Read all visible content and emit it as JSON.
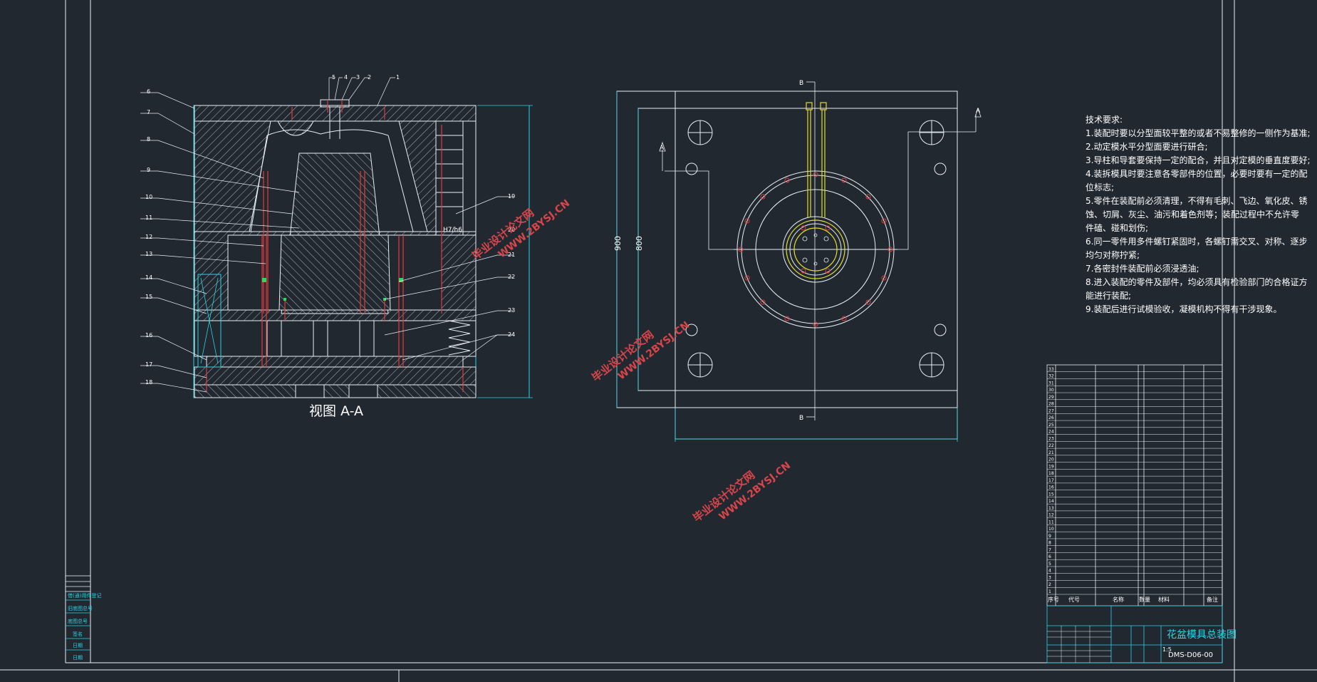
{
  "colors": {
    "background": "#212830",
    "line_white": "#e8eef4",
    "line_cyan": "#27d5e6",
    "line_red": "#e23b3b",
    "line_yellow": "#e6dc2c",
    "line_green": "#33d65a",
    "watermark": "#d8454a"
  },
  "section_view": {
    "title": "视图 A-A",
    "fit_label": "H7/h6",
    "callouts_left": [
      "6",
      "7",
      "8",
      "9",
      "10",
      "11",
      "12",
      "13",
      "14",
      "15",
      "16",
      "17",
      "18"
    ],
    "callouts_top": [
      "5",
      "4",
      "3",
      "2",
      "1"
    ],
    "callouts_right": [
      "19",
      "20",
      "21",
      "22",
      "23",
      "24"
    ]
  },
  "plan_view": {
    "dim_900": "900",
    "dim_800": "800",
    "section_a": "A",
    "section_b": "B"
  },
  "watermark": {
    "line1": "毕业设计论文网",
    "line2": "WWW.2BYSJ.CN"
  },
  "tech_requirements": {
    "heading": "技术要求:",
    "lines": [
      "1.装配时要以分型面较平整的或者不易整修的一侧作为基准;",
      "2.动定模水平分型面要进行研合;",
      "3.导柱和导套要保持一定的配合，并且对定模的垂直度要好;",
      "4.装拆模具时要注意各零部件的位置，必要时要有一定的配",
      "位标志;",
      "5.零件在装配前必须清理，不得有毛刺、飞边、氧化皮、锈",
      "蚀、切屑、灰尘、油污和着色剂等；装配过程中不允许零",
      "件磕、碰和划伤;",
      "6.同一零件用多件螺钉紧固时，各螺钉需交叉、对称、逐步",
      "均匀对称拧紧;",
      "7.各密封件装配前必须浸透油;",
      "8.进入装配的零件及部件，均必须具有检验部门的合格证方",
      "能进行装配;",
      "9.装配后进行试模验收，凝模机构不得有干涉现象。"
    ]
  },
  "bom": {
    "header_cols": [
      "序号",
      "代号",
      "名称",
      "数量",
      "材料",
      "备注"
    ],
    "rows": [
      "33",
      "32",
      "31",
      "30",
      "29",
      "28",
      "27",
      "26",
      "25",
      "24",
      "23",
      "22",
      "21",
      "20",
      "19",
      "18",
      "17",
      "16",
      "15",
      "14",
      "13",
      "12",
      "11",
      "10",
      "9",
      "8",
      "7",
      "6",
      "5",
      "4",
      "3",
      "2",
      "1"
    ]
  },
  "title_block": {
    "drawing_title": "花盆模具总装图",
    "drawing_number": "DMS-D06-00",
    "scale": "1:5"
  },
  "left_strip": {
    "labels": [
      "借(通)用件登记",
      "旧底图总号",
      "底图总号",
      "签名",
      "日期",
      "日期"
    ]
  }
}
